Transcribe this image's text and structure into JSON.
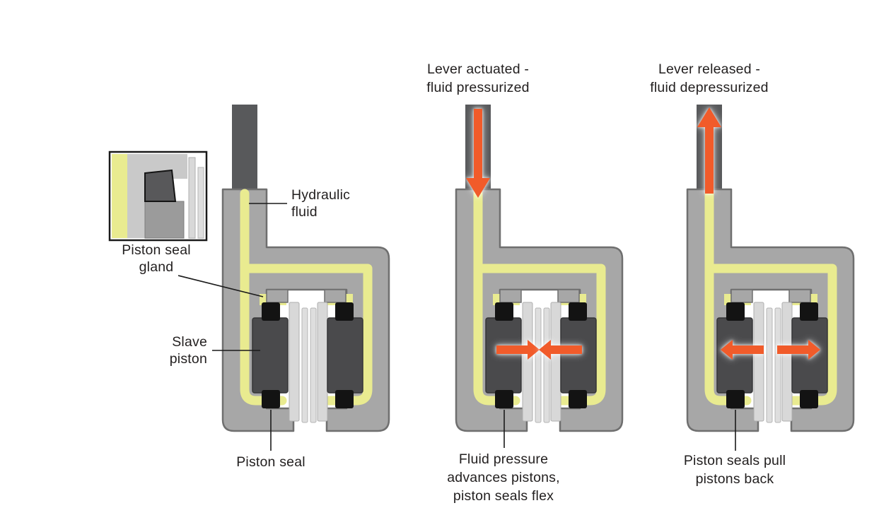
{
  "colors": {
    "background": "#ffffff",
    "body": "#a7a7a7",
    "body_outline": "#6f6f6f",
    "hose": "#58595b",
    "fluid": "#e9eb90",
    "piston": "#4a4a4c",
    "seal": "#131313",
    "pad": "#d8d8d8",
    "rotor": "#dedede",
    "arrow": "#f15b2a",
    "text": "#221f1f",
    "leader": "#1a1a1a"
  },
  "labels": {
    "lever_actuated": [
      "Lever actuated -",
      "fluid pressurized"
    ],
    "lever_released": [
      "Lever released -",
      "fluid depressurized"
    ],
    "hydraulic_fluid": [
      "Hydraulic",
      "fluid"
    ],
    "piston_seal_gland": [
      "Piston seal",
      "gland"
    ],
    "slave_piston": [
      "Slave",
      "piston"
    ],
    "piston_seal": [
      "Piston seal"
    ],
    "fluid_pressure_advances": [
      "Fluid pressure",
      "advances pistons,",
      "piston seals flex"
    ],
    "seals_pull_back": [
      "Piston seals pull",
      "pistons back"
    ]
  }
}
